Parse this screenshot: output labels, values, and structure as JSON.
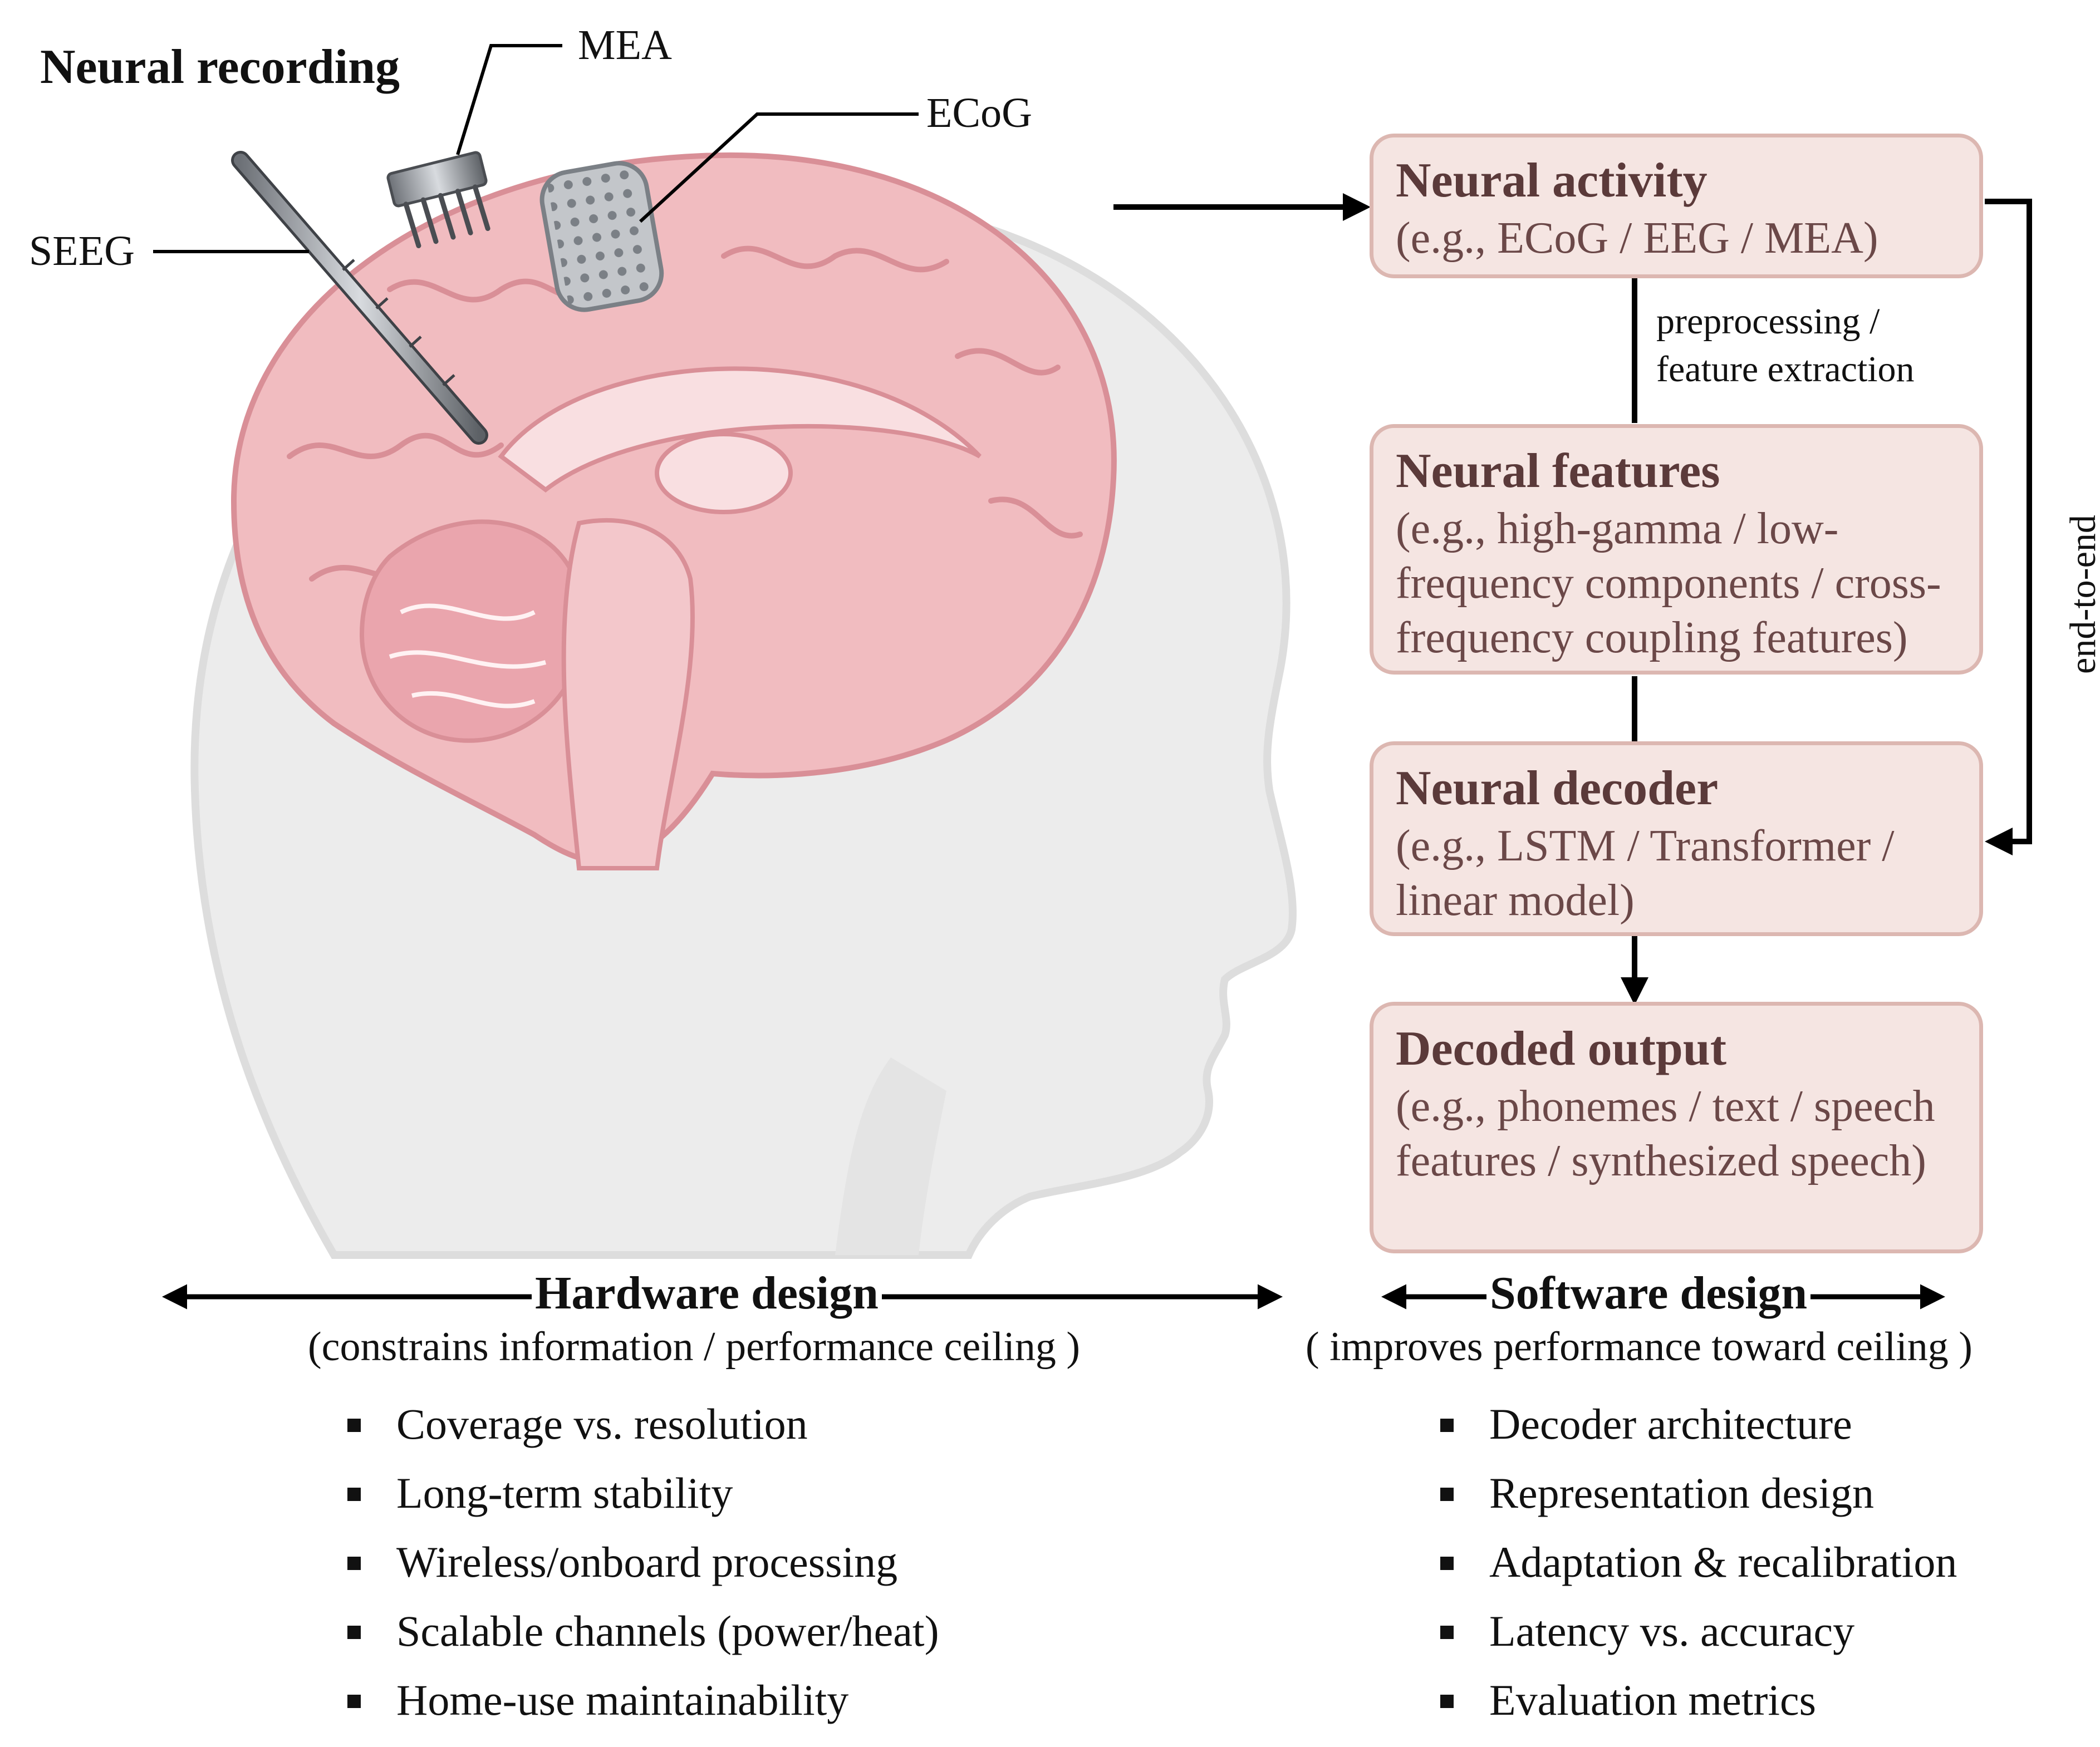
{
  "header": {
    "title": "Neural recording"
  },
  "electrodes": {
    "mea": "MEA",
    "ecog": "ECoG",
    "seeg": "SEEG"
  },
  "pipeline": {
    "boxes": [
      {
        "title": "Neural activity",
        "desc": "(e.g., ECoG / EEG / MEA)"
      },
      {
        "title": "Neural features",
        "desc": "(e.g., high-gamma / low-frequency components / cross-frequency coupling features)"
      },
      {
        "title": "Neural decoder",
        "desc": "(e.g., LSTM / Transformer / linear model)"
      },
      {
        "title": "Decoded output",
        "desc": "(e.g., phonemes / text / speech features / synthesized speech)"
      }
    ],
    "step_label_1": "preprocessing /",
    "step_label_2": "feature extraction",
    "bypass_label": "end-to-end"
  },
  "hardware": {
    "title": "Hardware design",
    "subtitle": "(constrains information / performance ceiling )",
    "items": [
      "Coverage vs. resolution",
      "Long-term stability",
      "Wireless/onboard processing",
      "Scalable channels (power/heat)",
      "Home-use maintainability"
    ]
  },
  "software": {
    "title": "Software design",
    "subtitle": "( improves performance toward ceiling )",
    "items": [
      "Decoder architecture",
      "Representation design",
      "Adaptation & recalibration",
      "Latency vs. accuracy",
      "Evaluation metrics"
    ]
  },
  "colors": {
    "brain": "#f1bcc0",
    "brain_dark": "#d98f97",
    "head": "#ececec",
    "box_fill": "#f5e5e2",
    "box_border": "#dcb7b1",
    "box_text": "#6b4848"
  }
}
